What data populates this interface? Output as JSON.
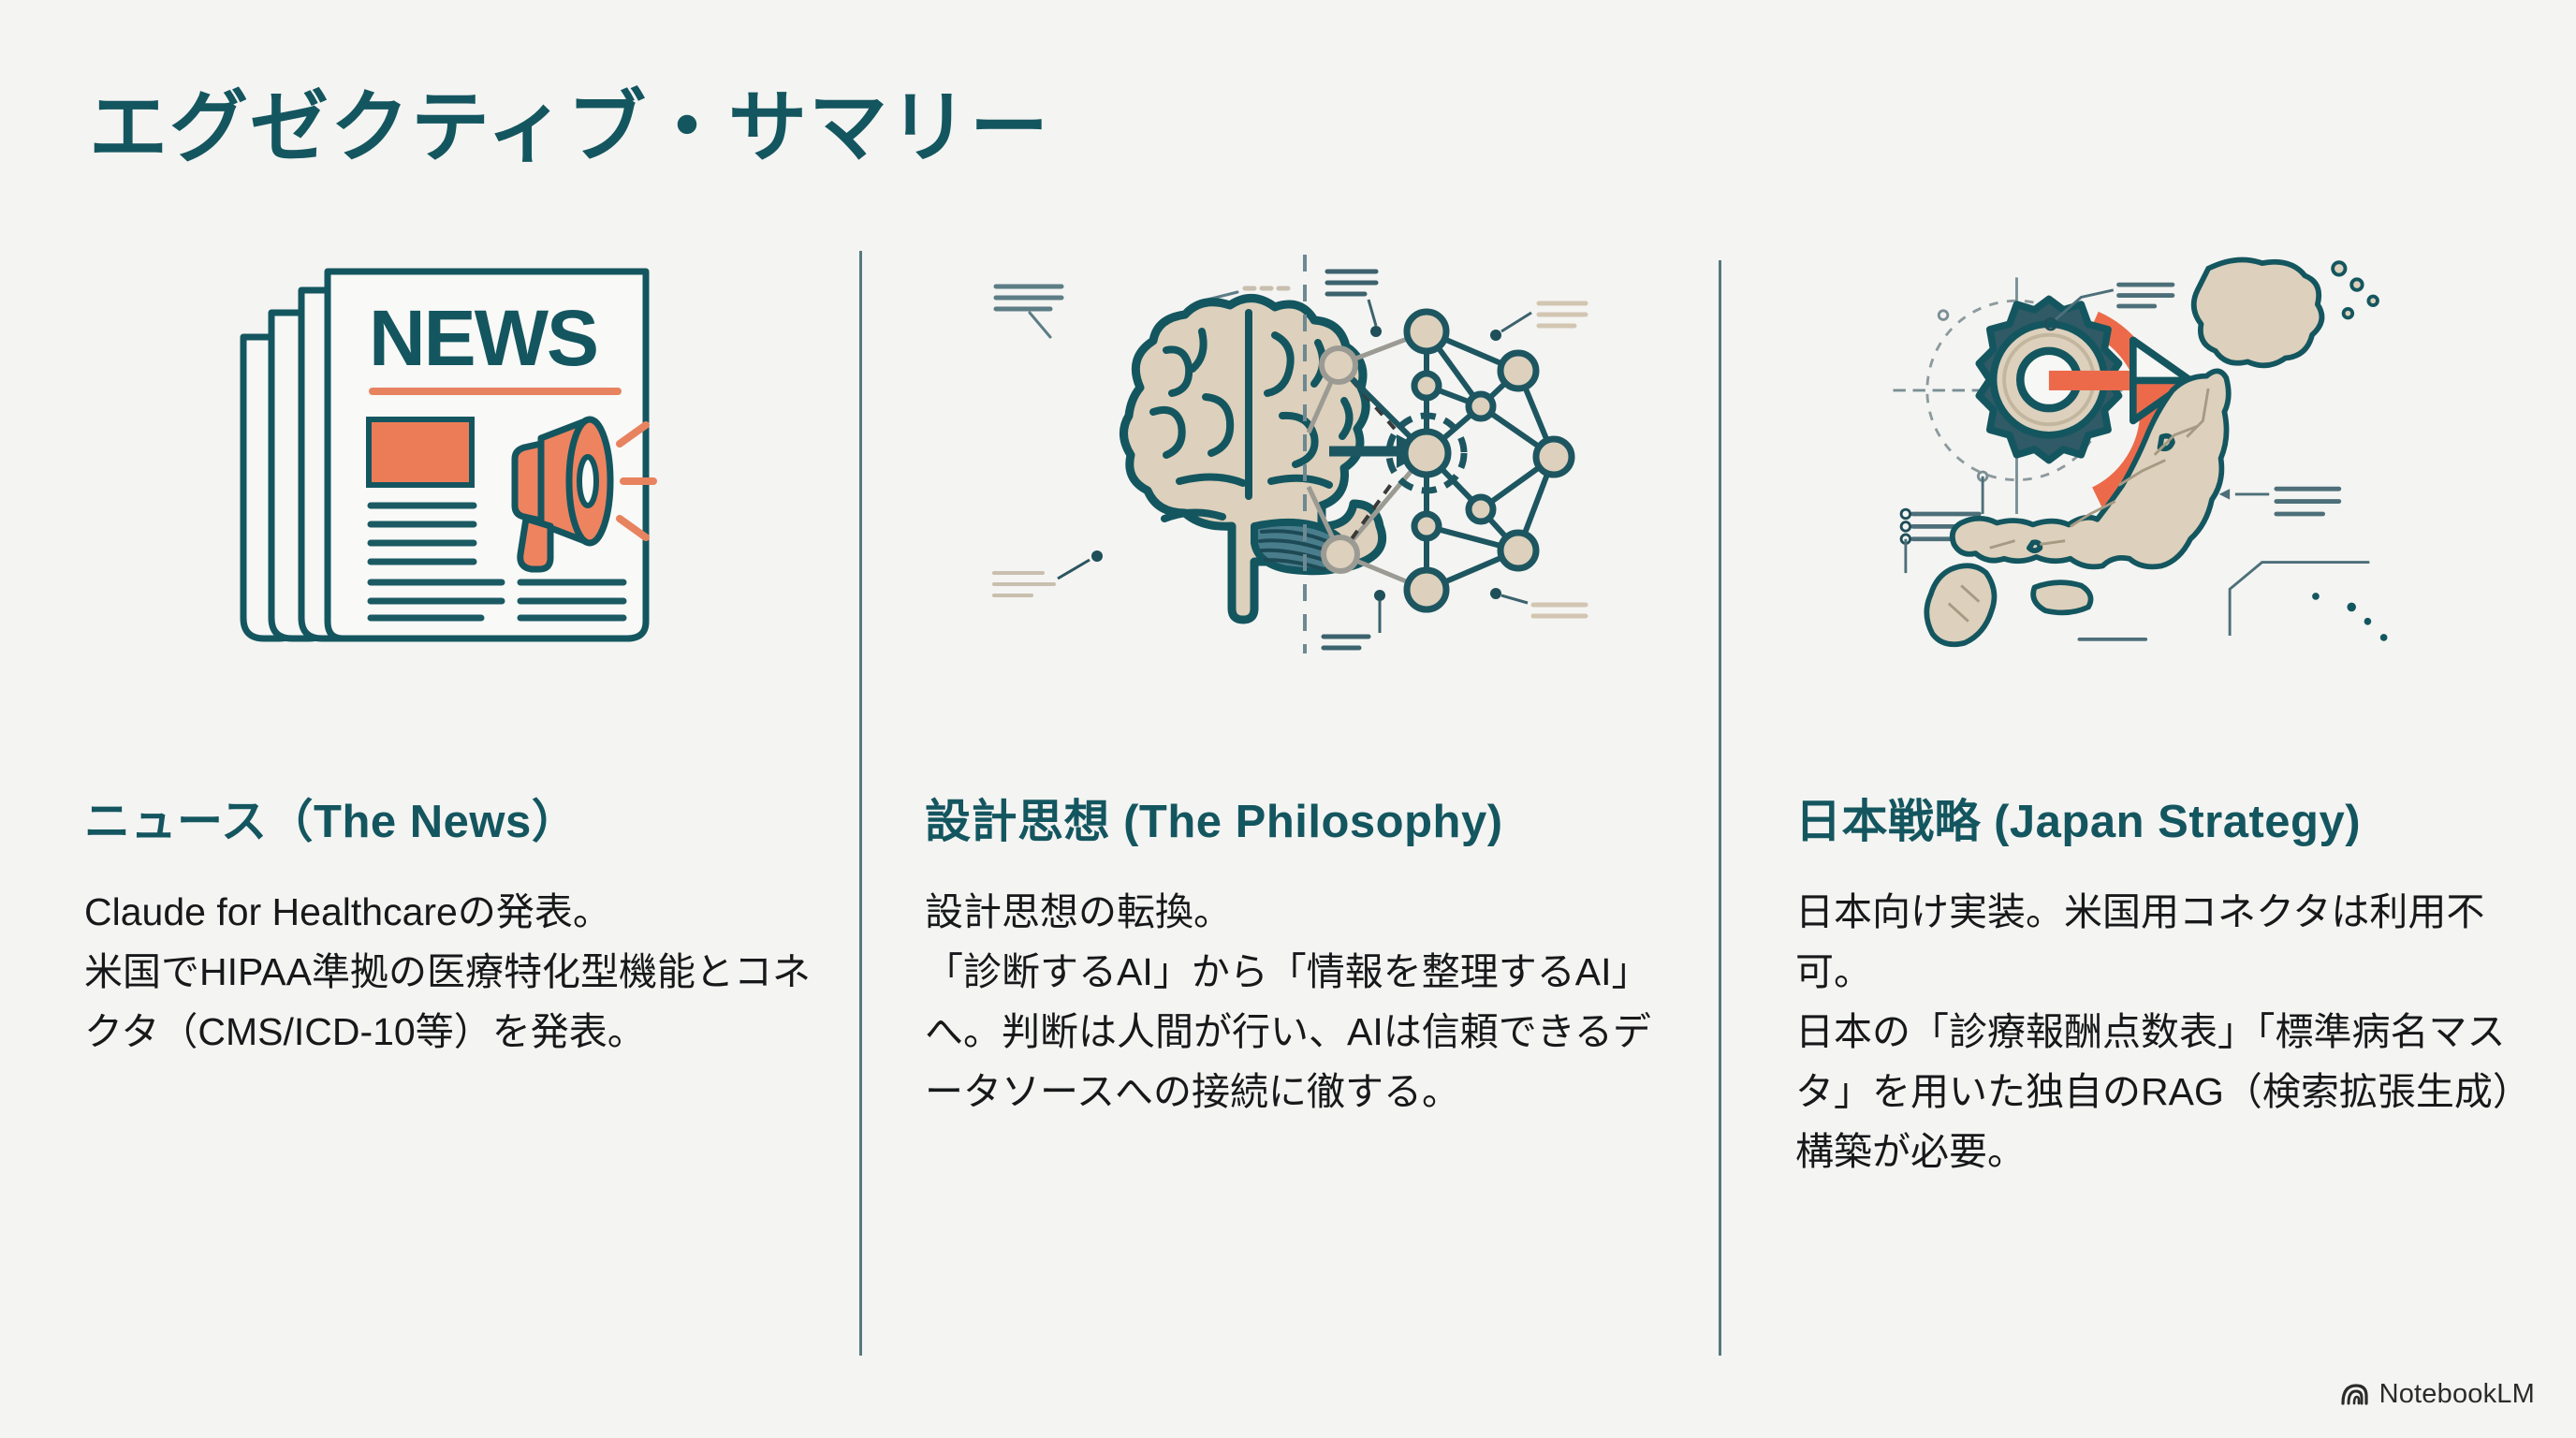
{
  "slide": {
    "title": "エグゼクティブ・サマリー",
    "background_color": "#f4f4f2",
    "accent_teal": "#14565f",
    "accent_orange": "#e8724f",
    "accent_tan": "#ddd0bc",
    "body_text_color": "#17181a"
  },
  "columns": [
    {
      "id": "news",
      "illustration_name": "newspaper-megaphone-illustration",
      "illustration_headline": "NEWS",
      "heading": "ニュース（The News）",
      "body": "Claude for Healthcareの発表。\n米国でHIPAA準拠の医療特化型機能とコネクタ（CMS/ICD-10等）を発表。"
    },
    {
      "id": "philosophy",
      "illustration_name": "brain-neural-network-illustration",
      "heading": "設計思想 (The Philosophy)",
      "body": "設計思想の転換。\n「診断するAI」から「情報を整理するAI」へ。判断は人間が行い、AIは信頼できるデータソースへの接続に徹する。"
    },
    {
      "id": "japan-strategy",
      "illustration_name": "japan-map-gear-illustration",
      "heading": "日本戦略 (Japan Strategy)",
      "body": "日本向け実装。米国用コネクタは利用不可。\n日本の「診療報酬点数表」「標準病名マスタ」を用いた独自のRAG（検索拡張生成）構築が必要。"
    }
  ],
  "watermark": {
    "label": "NotebookLM",
    "icon": "notebooklm-spiral-icon"
  }
}
